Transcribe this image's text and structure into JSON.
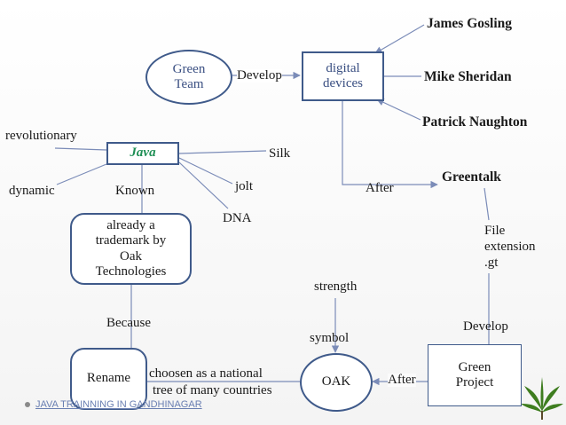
{
  "nodes": {
    "green_team": "Green\nTeam",
    "digital_devices": "digital\ndevices",
    "java": "Java",
    "oak_trademark": "already a\ntrademark by\nOak\nTechnologies",
    "rename": "Rename",
    "oak": "OAK",
    "green_project": "Green\nProject"
  },
  "people": {
    "james_gosling": "James Gosling",
    "mike_sheridan": "Mike Sheridan",
    "patrick_naughton": "Patrick Naughton"
  },
  "labels": {
    "develop_top": "Develop",
    "revolutionary": "revolutionary",
    "dynamic": "dynamic",
    "known": "Known",
    "silk": "Silk",
    "jolt": "jolt",
    "dna": "DNA",
    "after_top": "After",
    "greentalk": "Greentalk",
    "file_extension": "File\nextension\n.gt",
    "because": "Because",
    "strength": "strength",
    "symbol": "symbol",
    "develop_right": "Develop",
    "choosen_1": "choosen as a national",
    "choosen_2": "tree of many countries",
    "after_bottom": "After"
  },
  "footer": "JAVA TRAINNING IN GANDHINAGAR",
  "colors": {
    "line": "#7b8cb8",
    "border": "#3f5a8a",
    "java_text": "#1f8f55",
    "leaf": "#3e7d1f"
  },
  "icons": {
    "leaf": "cannabis-leaf-icon"
  }
}
